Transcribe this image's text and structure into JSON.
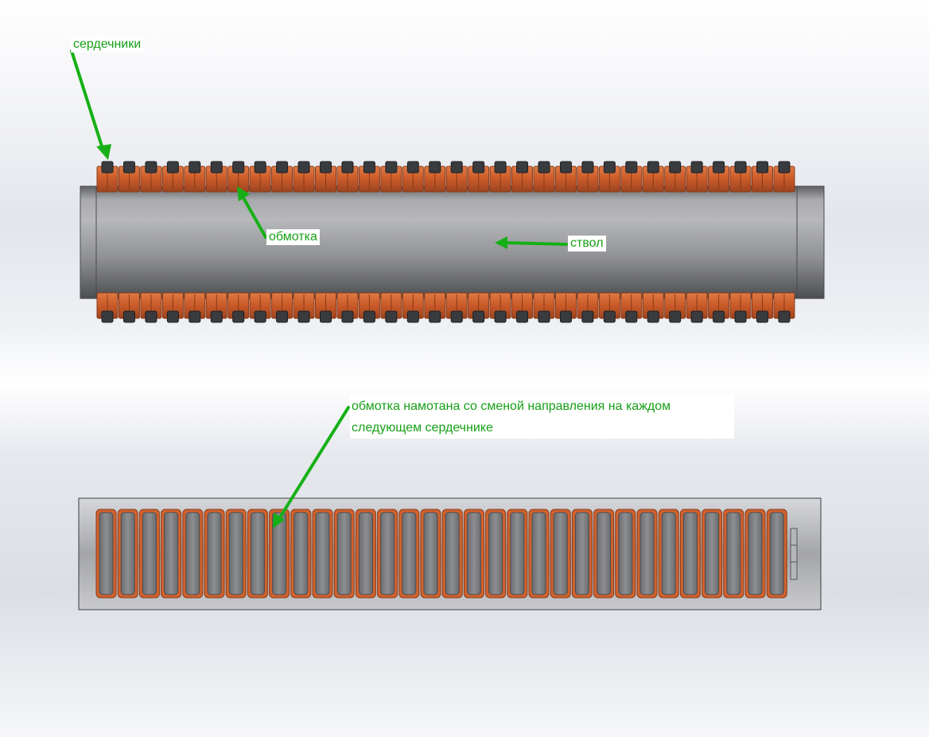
{
  "labels": {
    "cores": "сердечники",
    "winding": "обмотка",
    "barrel": "ствол",
    "note_line1": "обмотка намотана со сменой направления на каждом",
    "note_line2": "следующем сердечнике"
  },
  "diagram": {
    "core_count": 32,
    "slot_count": 32,
    "colors": {
      "copper": "#d0622e",
      "copper_dark": "#8a3a18",
      "core": "#3a3b3e",
      "barrel": "#8c8d90",
      "arrow": "#16b016"
    }
  }
}
